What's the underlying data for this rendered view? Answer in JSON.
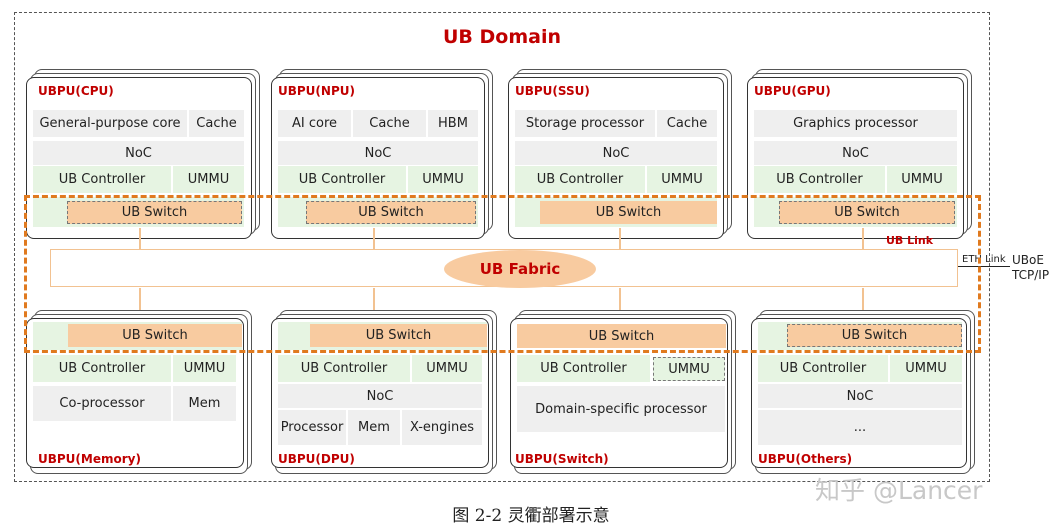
{
  "title": "UB Domain",
  "top_cards": [
    {
      "name": "UBPU(CPU)",
      "row1": [
        "General-purpose core",
        "Cache"
      ],
      "noc": "NoC",
      "controller": "UB Controller",
      "ummu": "UMMU",
      "switch": "UB Switch"
    },
    {
      "name": "UBPU(NPU)",
      "row1": [
        "AI core",
        "Cache",
        "HBM"
      ],
      "noc": "NoC",
      "controller": "UB Controller",
      "ummu": "UMMU",
      "switch": "UB Switch"
    },
    {
      "name": "UBPU(SSU)",
      "row1": [
        "Storage processor",
        "Cache"
      ],
      "noc": "NoC",
      "controller": "UB Controller",
      "ummu": "UMMU",
      "switch": "UB Switch"
    },
    {
      "name": "UBPU(GPU)",
      "row1": [
        "Graphics processor"
      ],
      "noc": "NoC",
      "controller": "UB Controller",
      "ummu": "UMMU",
      "switch": "UB Switch"
    }
  ],
  "bottom_cards": [
    {
      "name": "UBPU(Memory)",
      "switch": "UB Switch",
      "controller": "UB Controller",
      "ummu": "UMMU",
      "row1": [
        "Co-processor",
        "Mem"
      ]
    },
    {
      "name": "UBPU(DPU)",
      "switch": "UB Switch",
      "controller": "UB Controller",
      "ummu": "UMMU",
      "noc": "NoC",
      "row1": [
        "Processor",
        "Mem",
        "X-engines"
      ]
    },
    {
      "name": "UBPU(Switch)",
      "switch": "UB Switch",
      "controller": "UB Controller",
      "ummu": "UMMU",
      "row1": [
        "Domain-specific processor"
      ]
    },
    {
      "name": "UBPU(Others)",
      "switch": "UB Switch",
      "controller": "UB Controller",
      "ummu": "UMMU",
      "noc": "NoC",
      "row1": [
        "..."
      ]
    }
  ],
  "fabric": "UB Fabric",
  "ub_link": "UB Link",
  "eth_link": "ETH Link",
  "uboe": "UBoE",
  "tcpip": "TCP/IP",
  "caption": "图 2-2 灵衢部署示意",
  "watermark": "知乎 @Lancer",
  "colors": {
    "accent_red": "#c00000",
    "orange": "#e07a1f",
    "switch_fill": "#f8cba0",
    "controller_fill": "#e6f4e2",
    "gray_fill": "#efefef"
  }
}
